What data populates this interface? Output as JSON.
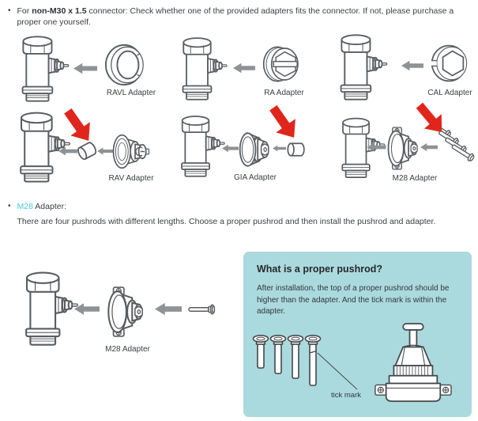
{
  "colors": {
    "accent_teal": "#4acbd6",
    "info_box_bg": "#abdade",
    "red_arrow": "#e0261c",
    "arrow_gray": "#8f9295",
    "line_art": "#595d61",
    "text": "#3c4043"
  },
  "intro": {
    "bullet": "•",
    "pre": "For ",
    "bold": "non-M30 x 1.5",
    "post": " connector: Check whether one of the provided adapters fits the connector. If not, please purchase a proper one yourself."
  },
  "adapters": {
    "ravl": "RAVL Adapter",
    "ra": "RA Adapter",
    "cal": "CAL Adapter",
    "rav": "RAV Adapter",
    "gia": "GIA Adapter",
    "m28": "M28 Adapter"
  },
  "m28_note": {
    "bullet": "•",
    "highlight": "M28",
    "rest": " Adapter:",
    "body": "There are four pushrods with different lengths. Choose a proper pushrod and then install the pushrod and adapter."
  },
  "bottom": {
    "label": "M28 Adapter"
  },
  "info_box": {
    "title": "What is a proper pushrod?",
    "body": "After installation, the top of a proper pushrod should be higher than the adapter. And the tick mark is within the adapter.",
    "tick_label": "tick mark"
  }
}
